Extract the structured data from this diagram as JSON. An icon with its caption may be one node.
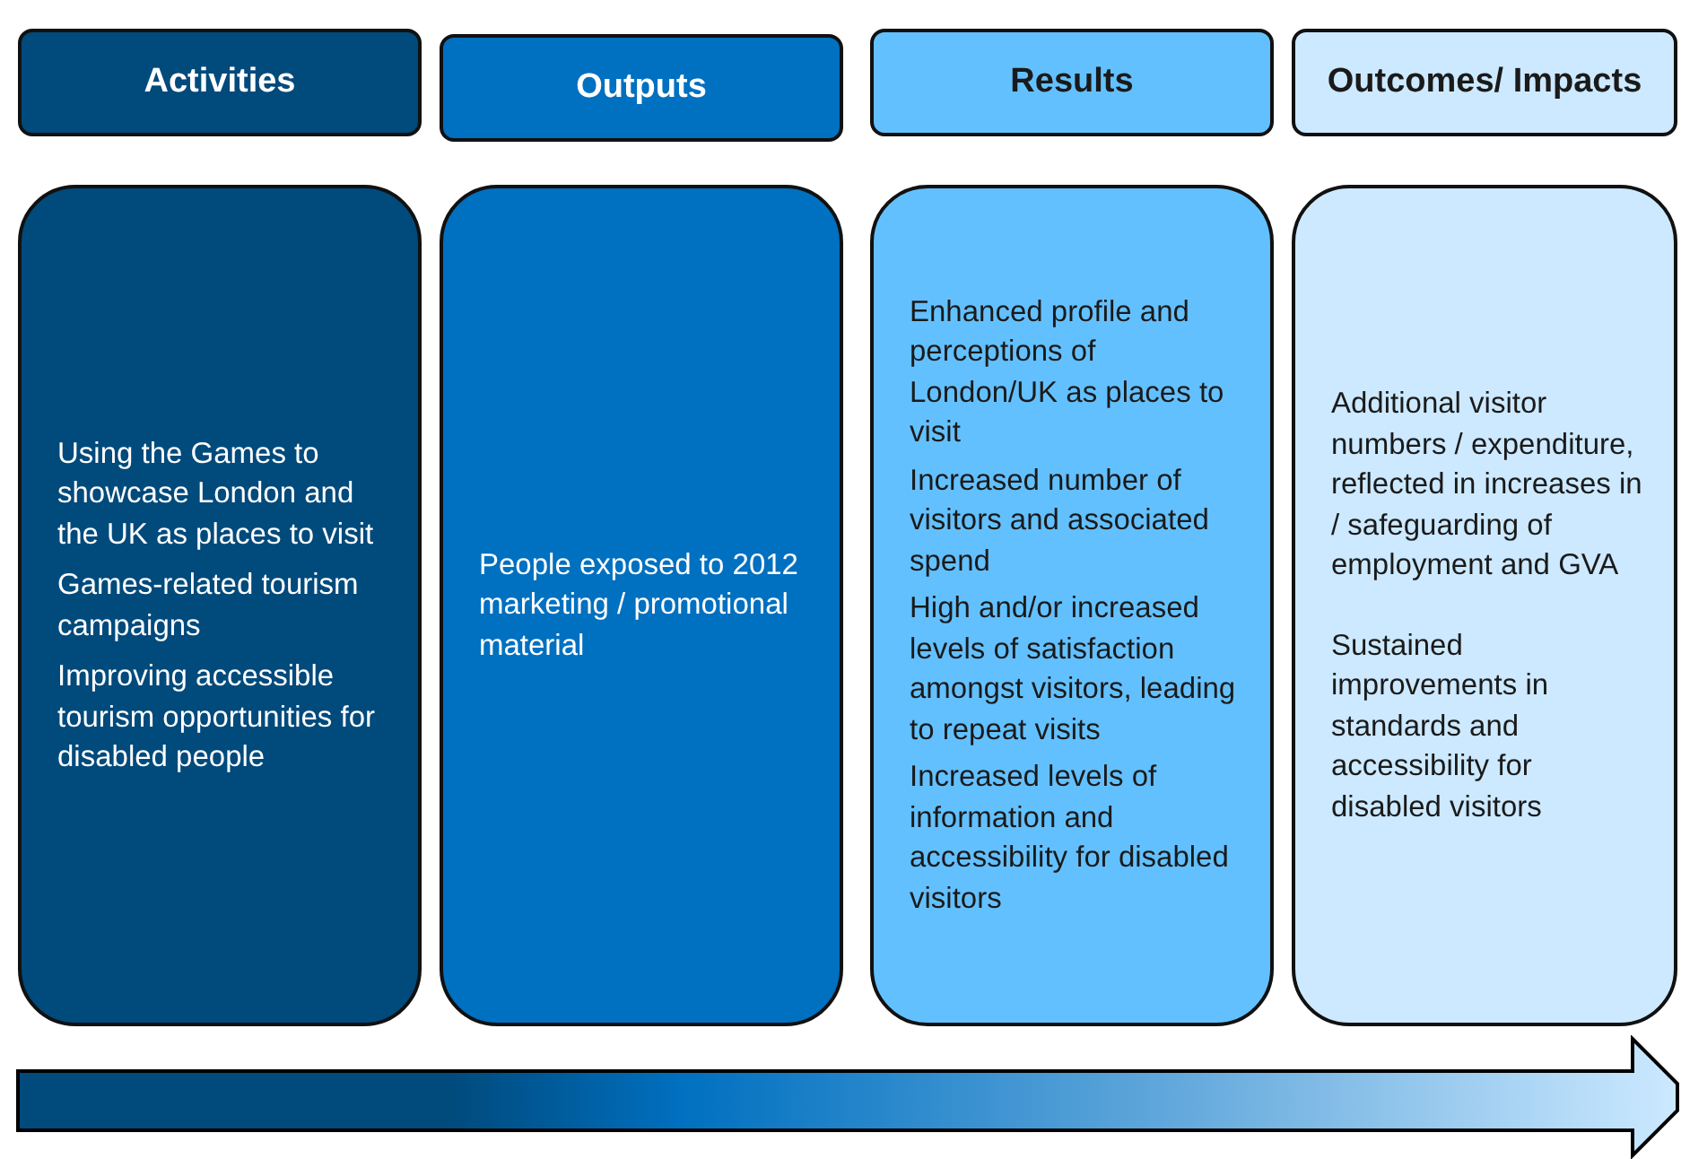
{
  "diagram": {
    "nodes": [
      {
        "text": [
          "Activities"
        ]
      },
      {
        "text": [
          "Outputs"
        ]
      },
      {
        "text": [
          "Results"
        ]
      },
      {
        "text": [
          "Outcomes/ Impacts"
        ]
      },
      {
        "text": [
          "Using the Games to showcase London and the UK as places to visit",
          "Games-related tourism campaigns",
          "Improving accessible tourism opportunities for disabled people"
        ]
      },
      {
        "text": [
          "People exposed to 2012 marketing / promotional material"
        ]
      },
      {
        "text": [
          "Enhanced profile and perceptions of London/UK as places to visit",
          "Increased number of visitors and associated spend",
          "High and/or increased levels of satisfaction amongst visitors, leading to repeat visits",
          "Increased levels of information and accessibility for disabled visitors"
        ]
      },
      {
        "text": [
          "Additional visitor numbers / expenditure, reflected in increases in / safeguarding of employment and GVA",
          "Sustained improvements in standards and accessibility for disabled visitors"
        ]
      }
    ],
    "edges": []
  }
}
